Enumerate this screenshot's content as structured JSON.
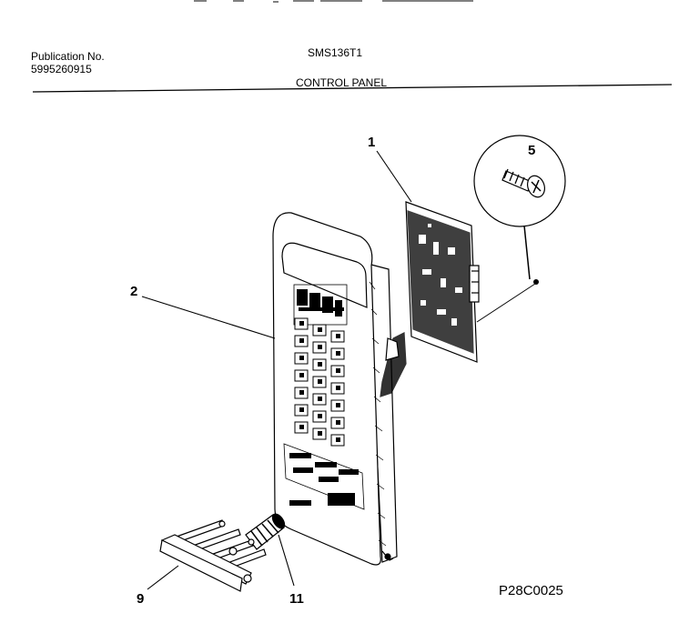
{
  "header": {
    "publication_label": "Publication No.",
    "publication_number": "5995260915",
    "model": "SMS136T1",
    "section_title": "CONTROL PANEL"
  },
  "diagram_id": "P28C0025",
  "callouts": {
    "circuit_board": "1",
    "control_panel_frame": "2",
    "screw": "5",
    "door_button": "9",
    "spring": "11"
  }
}
